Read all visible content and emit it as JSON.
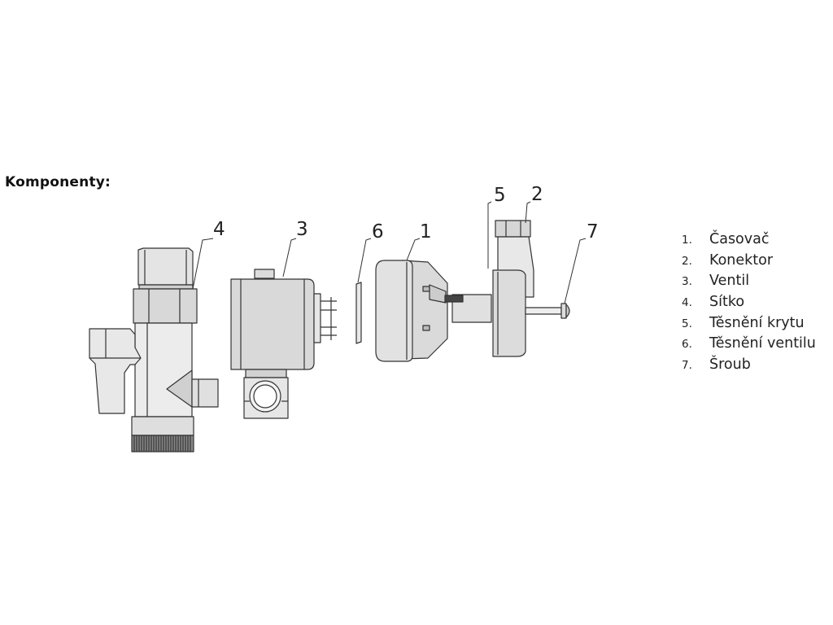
{
  "heading": "Komponenty:",
  "callouts": {
    "c1": "1",
    "c2": "2",
    "c3": "3",
    "c4": "4",
    "c5": "5",
    "c6": "6",
    "c7": "7"
  },
  "legend": [
    {
      "num": "1.",
      "label": "Časovač"
    },
    {
      "num": "2.",
      "label": "Konektor"
    },
    {
      "num": "3.",
      "label": "Ventil"
    },
    {
      "num": "4.",
      "label": "Sítko"
    },
    {
      "num": "5.",
      "label": "Těsnění krytu"
    },
    {
      "num": "6.",
      "label": "Těsnění ventilu"
    },
    {
      "num": "7.",
      "label": "Šroub"
    }
  ]
}
